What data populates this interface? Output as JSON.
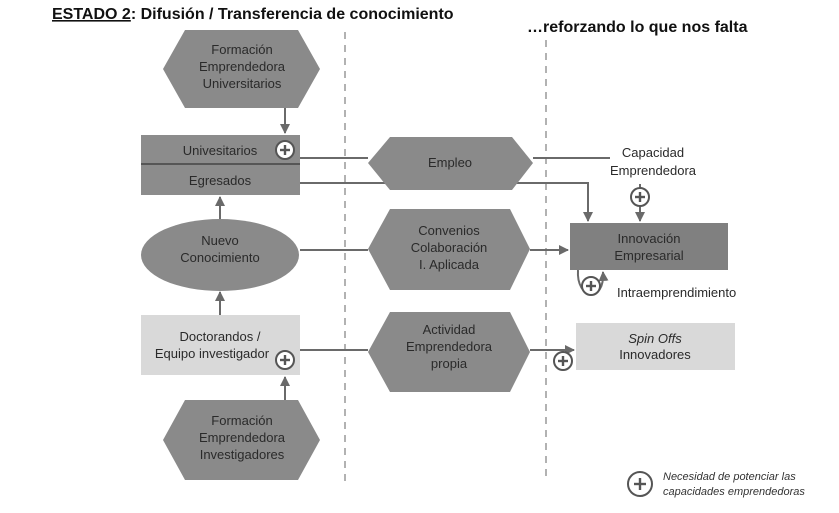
{
  "title": {
    "state": "ESTADO 2",
    "rest": ": Difusión / Transferencia de conocimiento"
  },
  "subtitle": "…reforzando lo que nos falta",
  "nodes": {
    "formacion_univ": [
      "Formación",
      "Emprendedora",
      "Universitarios"
    ],
    "universitarios": "Univesitarios",
    "egresados": "Egresados",
    "nuevo_conocimiento": [
      "Nuevo",
      "Conocimiento"
    ],
    "doctorandos": [
      "Doctorandos /",
      "Equipo investigador"
    ],
    "formacion_inv": [
      "Formación",
      "Emprendedora",
      "Investigadores"
    ],
    "empleo": "Empleo",
    "convenios": [
      "Convenios",
      "Colaboración",
      "I. Aplicada"
    ],
    "actividad": [
      "Actividad",
      "Emprendedora",
      "propia"
    ],
    "capacidad": [
      "Capacidad",
      "Emprendedora"
    ],
    "innovacion": [
      "Innovación",
      "Empresarial"
    ],
    "intra": "Intraemprendimiento",
    "spin": [
      "Spin Offs",
      "Innovadores"
    ]
  },
  "legend": [
    "Necesidad de potenciar las",
    "capacidades emprendedoras"
  ]
}
